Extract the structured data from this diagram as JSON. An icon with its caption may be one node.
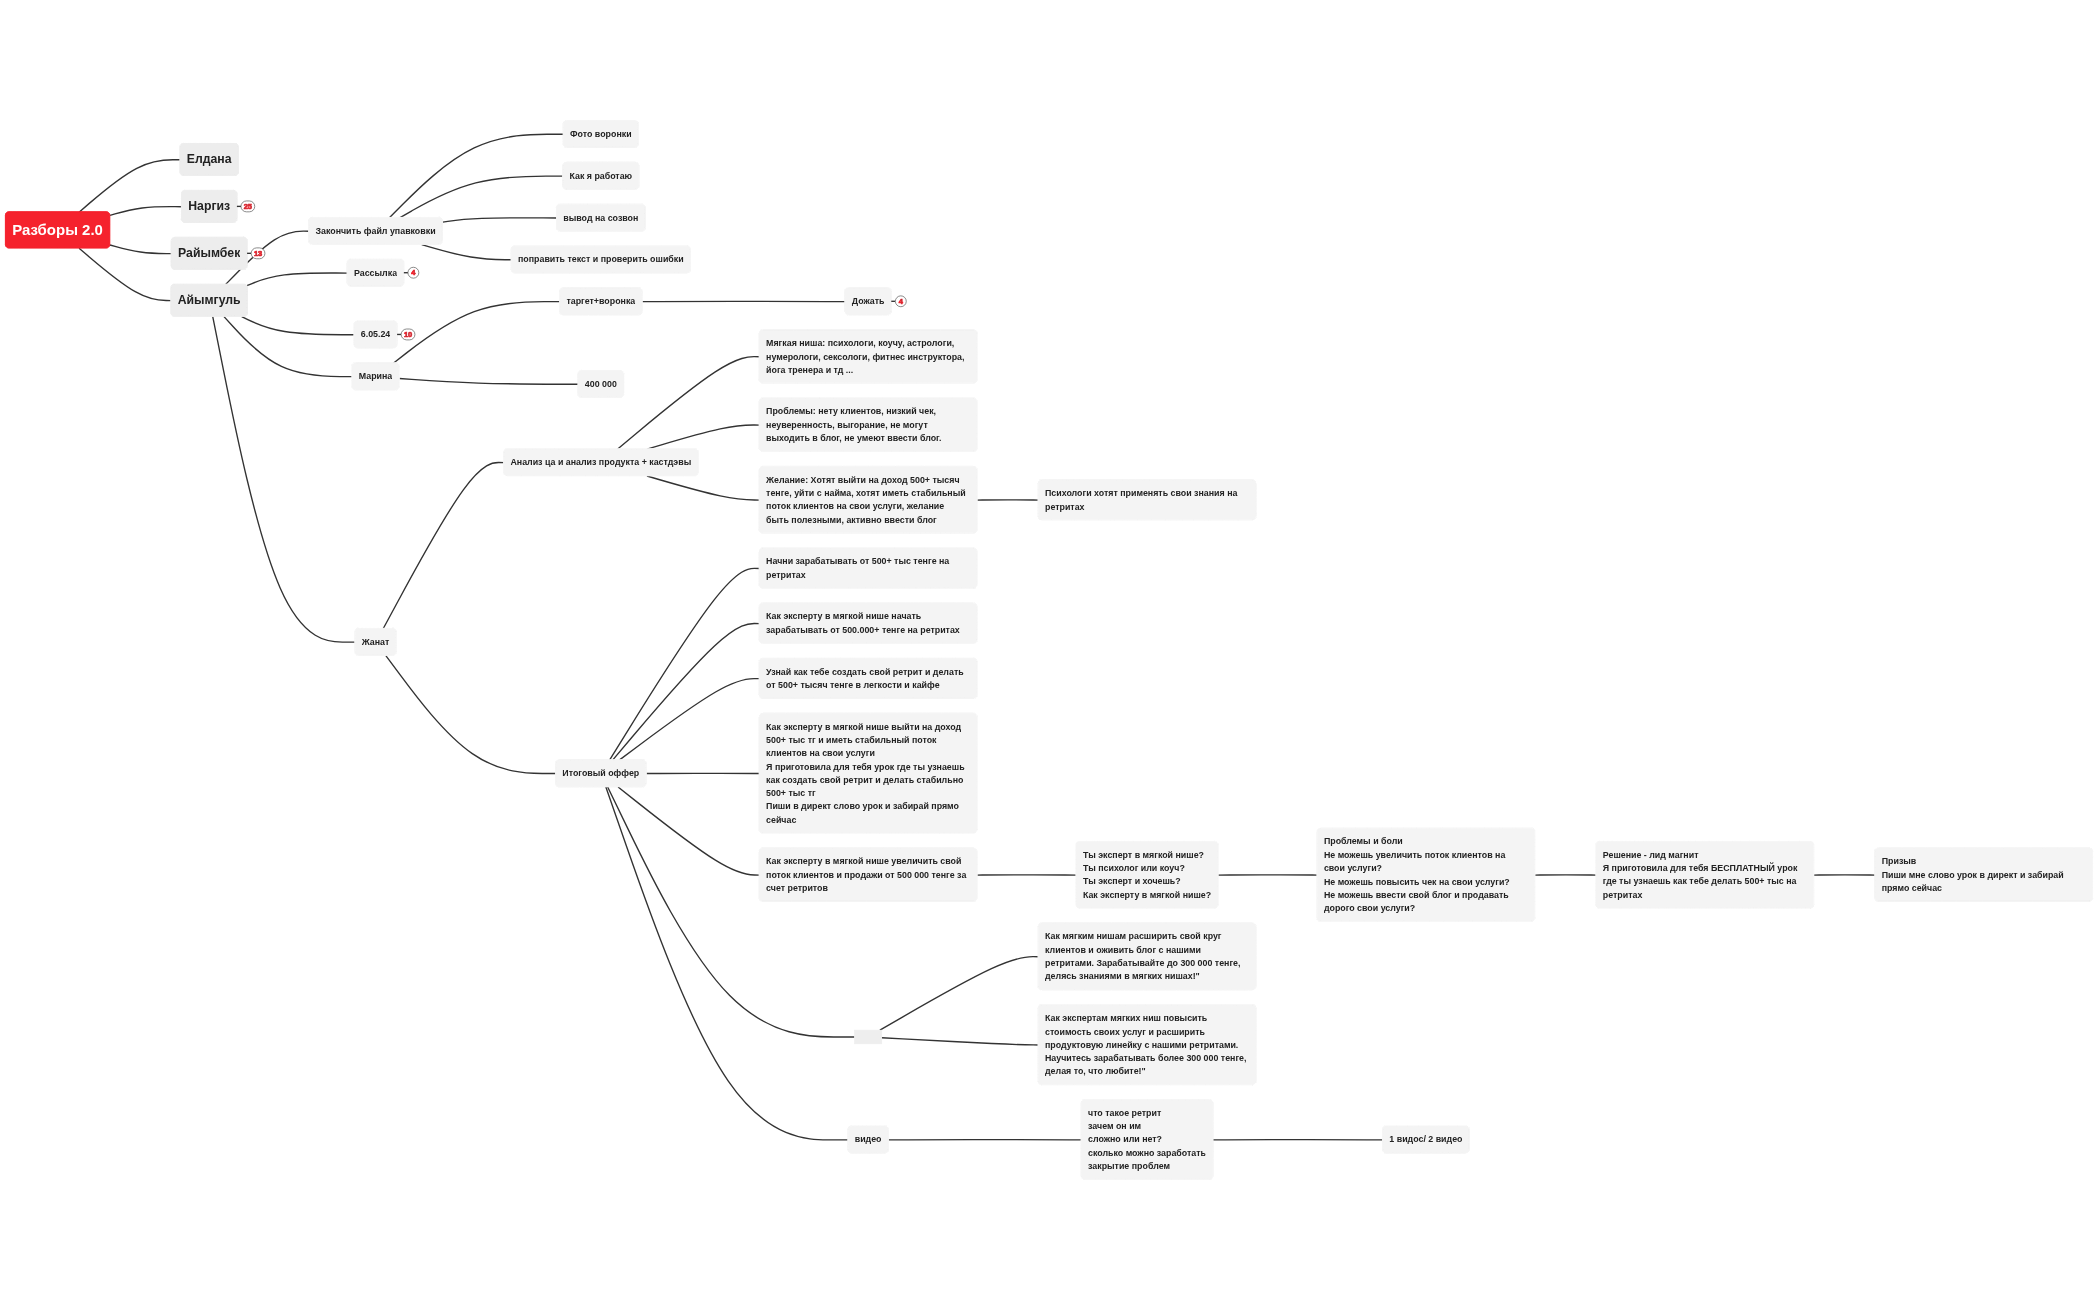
{
  "diagram": {
    "nodes": [
      {
        "text": [
          "Разборы 2.0"
        ]
      },
      {
        "text": [
          "Елдана"
        ]
      },
      {
        "text": [
          "Наргиз"
        ],
        "beside": [
          "25"
        ]
      },
      {
        "text": [
          "Райымбек"
        ],
        "beside": [
          "13"
        ]
      },
      {
        "text": [
          "Айымгуль"
        ]
      },
      {
        "text": [
          "Закончить файл упавковки"
        ]
      },
      {
        "text": [
          "Фото воронки"
        ]
      },
      {
        "text": [
          "Как я работаю"
        ]
      },
      {
        "text": [
          "вывод на созвон"
        ]
      },
      {
        "text": [
          "поправить текст и проверить ошибки"
        ]
      },
      {
        "text": [
          "Рассылка"
        ],
        "beside": [
          "4"
        ]
      },
      {
        "text": [
          "6.05.24"
        ],
        "beside": [
          "10"
        ]
      },
      {
        "text": [
          "Марина"
        ]
      },
      {
        "text": [
          "таргет+воронка"
        ]
      },
      {
        "text": [
          "Дожать"
        ],
        "beside": [
          "4"
        ]
      },
      {
        "text": [
          "400 000"
        ]
      },
      {
        "text": [
          "Жанат"
        ]
      },
      {
        "text": [
          "Анализ ца и анализ продукта + кастдэвы"
        ]
      },
      {
        "text": [
          "Мягкая ниша: психологи, коучу, астрологи, нумерологи, сексологи, фитнес инструктора, йога тренера и тд ..."
        ]
      },
      {
        "text": [
          "Проблемы: нету клиентов, низкий чек, неуверенность, выгорание, не могут выходить в блог, не умеют ввести блог."
        ]
      },
      {
        "text": [
          "Желание: Хотят выйти на доход 500+ тысяч тенге, уйти с найма, хотят иметь стабильный поток клиентов на свои услуги, желание быть полезными, активно ввести блог"
        ]
      },
      {
        "text": [
          "Психологи хотят применять свои знания на ретритах"
        ]
      },
      {
        "text": [
          "Итоговый оффер"
        ]
      },
      {
        "text": [
          "Начни зарабатывать от 500+ тыс тенге на ретритах"
        ]
      },
      {
        "text": [
          "Как эксперту в мягкой нише начать зарабатывать от 500.000+ тенге на ретритах"
        ]
      },
      {
        "text": [
          "Узнай как тебе создать свой ретрит и делать от 500+ тысяч тенге в легкости и кайфе"
        ]
      },
      {
        "text": [
          "Как эксперту в мягкой нише выйти на доход 500+ тыс тг и иметь стабильный поток клиентов на свои услуги",
          "Я приготовила для тебя урок где ты узнаешь как создать свой ретрит и делать стабильно 500+ тыс тг",
          "Пиши в директ слово урок и забирай прямо сейчас"
        ]
      },
      {
        "text": [
          "Как эксперту в мягкой нише увеличить свой поток клиентов и продажи от 500 000 тенге за счет ретритов"
        ]
      },
      {
        "text": [
          "Ты эксперт в мягкой нише?",
          "Ты психолог или коуч?",
          "Ты эксперт и хочешь?",
          "Как эксперту в мягкой нише?"
        ]
      },
      {
        "text": [
          "Проблемы и боли",
          "Не можешь увеличить поток клиентов на свои услуги?",
          "Не можешь повысить чек на свои услуги?",
          "Не можешь ввести свой блог и продавать дорого свои услуги?"
        ]
      },
      {
        "text": [
          "Решение - лид магнит",
          "Я приготовила для тебя БЕСПЛАТНЫЙ урок где ты узнаешь как тебе делать 500+ тыс на ретритах"
        ]
      },
      {
        "text": [
          "Призыв",
          "Пиши мне слово урок в директ и забирай прямо сейчас"
        ]
      },
      {
        "text": [],
        "shape": "box"
      },
      {
        "text": [
          "Как мягким нишам расширить свой круг клиентов и оживить блог с нашими ретритами. Зарабатывайте до 300 000 тенге, делясь знаниями в мягких нишах!\""
        ]
      },
      {
        "text": [
          "Как экспертам мягких ниш повысить стоимость своих услуг и расширить продуктовую линейку с нашими ретритами. Научитесь зарабатывать более 300 000 тенге, делая то, что любите!\""
        ]
      },
      {
        "text": [
          "видео"
        ]
      },
      {
        "text": [
          "что такое ретрит",
          "зачем он им",
          "сложно или нет?",
          "сколько можно заработать",
          "закрытие проблем"
        ]
      },
      {
        "text": [
          "1 видос/ 2 видео"
        ]
      }
    ],
    "edges": [
      {
        "from": 0,
        "to": 1,
        "arrow": "none"
      },
      {
        "from": 0,
        "to": 2,
        "arrow": "none"
      },
      {
        "from": 0,
        "to": 3,
        "arrow": "none"
      },
      {
        "from": 0,
        "to": 4,
        "arrow": "none"
      },
      {
        "from": 4,
        "to": 5,
        "arrow": "none"
      },
      {
        "from": 5,
        "to": 6,
        "arrow": "none"
      },
      {
        "from": 5,
        "to": 7,
        "arrow": "none"
      },
      {
        "from": 5,
        "to": 8,
        "arrow": "none"
      },
      {
        "from": 5,
        "to": 9,
        "arrow": "none"
      },
      {
        "from": 4,
        "to": 10,
        "arrow": "none"
      },
      {
        "from": 4,
        "to": 11,
        "arrow": "none"
      },
      {
        "from": 4,
        "to": 12,
        "arrow": "none"
      },
      {
        "from": 12,
        "to": 13,
        "arrow": "none"
      },
      {
        "from": 13,
        "to": 14,
        "arrow": "none"
      },
      {
        "from": 12,
        "to": 15,
        "arrow": "none"
      },
      {
        "from": 4,
        "to": 16,
        "arrow": "none"
      },
      {
        "from": 16,
        "to": 17,
        "arrow": "none"
      },
      {
        "from": 17,
        "to": 18,
        "arrow": "none"
      },
      {
        "from": 17,
        "to": 19,
        "arrow": "none"
      },
      {
        "from": 17,
        "to": 20,
        "arrow": "none"
      },
      {
        "from": 20,
        "to": 21,
        "arrow": "none"
      },
      {
        "from": 16,
        "to": 22,
        "arrow": "none"
      },
      {
        "from": 22,
        "to": 23,
        "arrow": "none"
      },
      {
        "from": 22,
        "to": 24,
        "arrow": "none"
      },
      {
        "from": 22,
        "to": 25,
        "arrow": "none"
      },
      {
        "from": 22,
        "to": 26,
        "arrow": "none"
      },
      {
        "from": 22,
        "to": 27,
        "arrow": "none"
      },
      {
        "from": 27,
        "to": 28,
        "arrow": "none"
      },
      {
        "from": 28,
        "to": 29,
        "arrow": "none"
      },
      {
        "from": 29,
        "to": 30,
        "arrow": "none"
      },
      {
        "from": 30,
        "to": 31,
        "arrow": "none"
      },
      {
        "from": 22,
        "to": 32,
        "arrow": "none"
      },
      {
        "from": 32,
        "to": 33,
        "arrow": "none"
      },
      {
        "from": 32,
        "to": 34,
        "arrow": "none"
      },
      {
        "from": 22,
        "to": 35,
        "arrow": "none"
      },
      {
        "from": 35,
        "to": 36,
        "arrow": "none"
      },
      {
        "from": 36,
        "to": 37,
        "arrow": "none"
      }
    ]
  }
}
